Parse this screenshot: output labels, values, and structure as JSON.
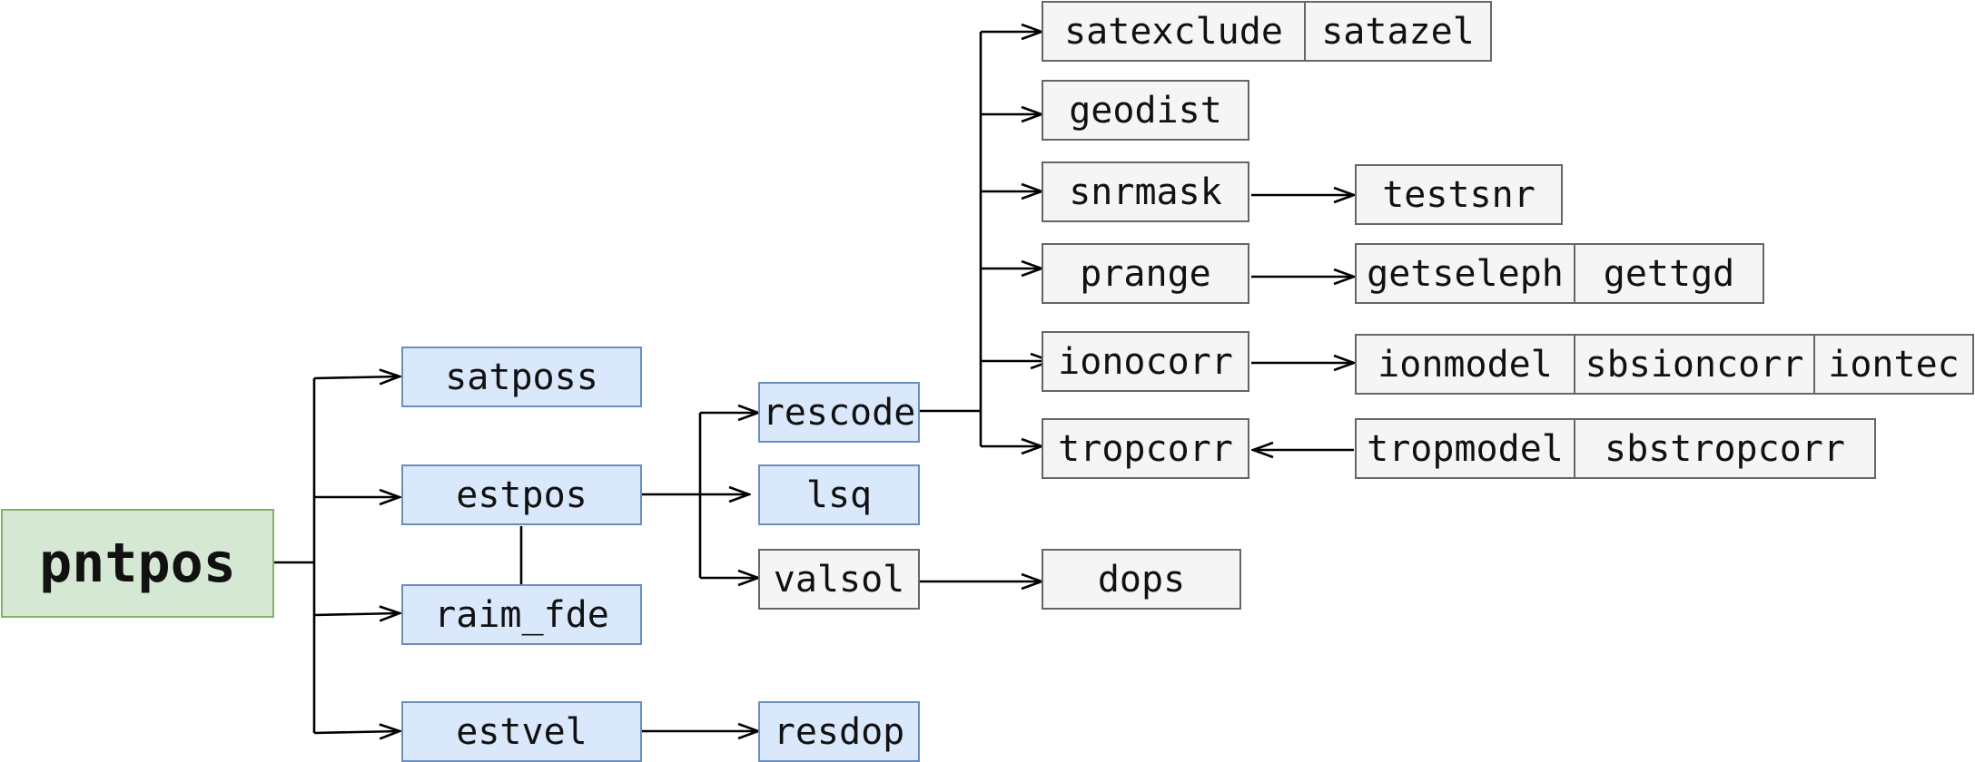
{
  "nodes": {
    "pntpos": "pntpos",
    "satposs": "satposs",
    "estpos": "estpos",
    "raim_fde": "raim_fde",
    "estvel": "estvel",
    "rescode": "rescode",
    "lsq": "lsq",
    "valsol": "valsol",
    "resdop": "resdop",
    "dops": "dops",
    "satexclude": "satexclude",
    "satazel": "satazel",
    "geodist": "geodist",
    "snrmask": "snrmask",
    "testsnr": "testsnr",
    "prange": "prange",
    "getseleph": "getseleph",
    "gettgd": "gettgd",
    "ionocorr": "ionocorr",
    "ionmodel": "ionmodel",
    "sbsioncorr": "sbsioncorr",
    "iontec": "iontec",
    "tropcorr": "tropcorr",
    "tropmodel": "tropmodel",
    "sbstropcorr": "sbstropcorr"
  },
  "colors": {
    "root_fill": "#d5e8d4",
    "root_border": "#82b366",
    "blue_fill": "#dae8fc",
    "blue_border": "#6c8ebf",
    "gray_fill": "#f5f5f5",
    "gray_border": "#666666",
    "edge": "#000000"
  },
  "edges": [
    [
      "pntpos",
      "satposs"
    ],
    [
      "pntpos",
      "estpos"
    ],
    [
      "pntpos",
      "raim_fde"
    ],
    [
      "pntpos",
      "estvel"
    ],
    [
      "estpos",
      "rescode"
    ],
    [
      "estpos",
      "lsq"
    ],
    [
      "estpos",
      "valsol"
    ],
    [
      "estvel",
      "resdop"
    ],
    [
      "valsol",
      "dops"
    ],
    [
      "rescode",
      "satexclude"
    ],
    [
      "rescode",
      "geodist"
    ],
    [
      "rescode",
      "snrmask"
    ],
    [
      "rescode",
      "prange"
    ],
    [
      "rescode",
      "ionocorr"
    ],
    [
      "rescode",
      "tropcorr"
    ],
    [
      "snrmask",
      "testsnr"
    ],
    [
      "prange",
      "getseleph"
    ],
    [
      "ionocorr",
      "ionmodel"
    ],
    [
      "tropmodel",
      "tropcorr"
    ]
  ]
}
